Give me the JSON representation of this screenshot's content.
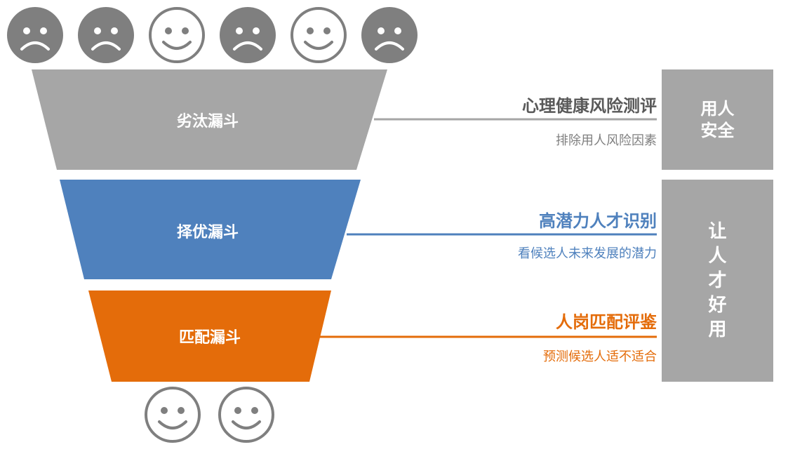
{
  "colors": {
    "gray": "#a6a6a6",
    "face_dark": "#7f7f7f",
    "blue": "#4f81bd",
    "orange": "#e46c0a",
    "title_dark": "#595959",
    "text_gray": "#7f7f7f"
  },
  "top_faces": [
    "sad",
    "sad",
    "happy",
    "sad",
    "happy",
    "sad"
  ],
  "bottom_faces": [
    "happy",
    "happy"
  ],
  "funnels": [
    {
      "label": "劣汰漏斗",
      "title": "心理健康风险测评",
      "subtitle": "排除用人风险因素"
    },
    {
      "label": "择优漏斗",
      "title": "高潜力人才识别",
      "subtitle": "看候选人未来发展的潜力"
    },
    {
      "label": "匹配漏斗",
      "title": "人岗匹配评鉴",
      "subtitle": "预测候选人适不适合"
    }
  ],
  "side_boxes": {
    "safety": "用人安全",
    "talent": "让人才好用"
  }
}
